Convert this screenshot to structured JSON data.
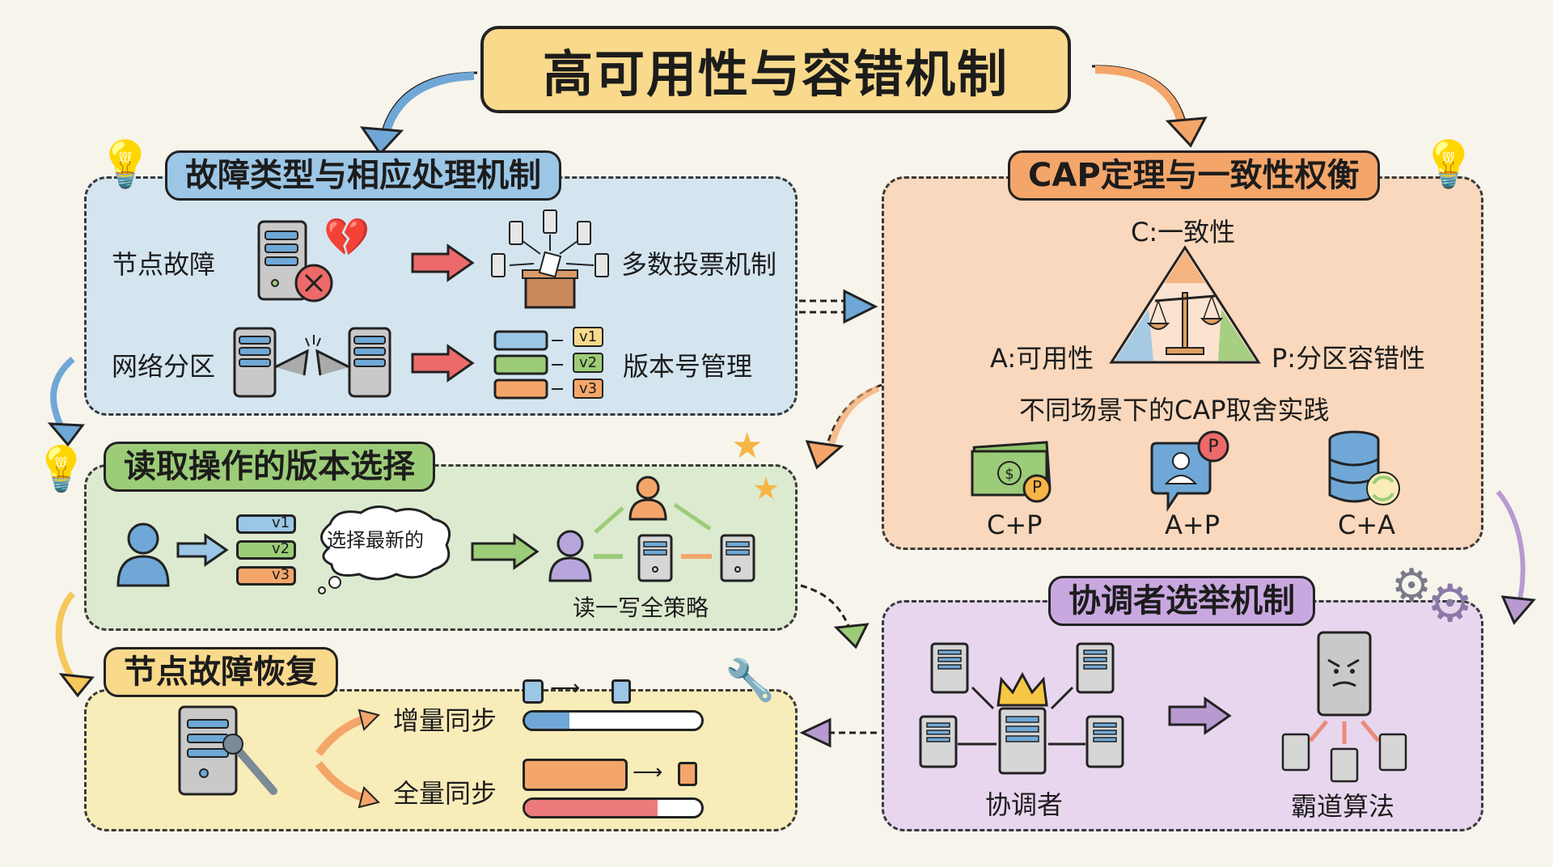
{
  "title": "高可用性与容错机制",
  "sections": {
    "fault_types": {
      "heading": "故障类型与相应处理机制",
      "rows": [
        {
          "fault": "节点故障",
          "mechanism": "多数投票机制"
        },
        {
          "fault": "网络分区",
          "mechanism": "版本号管理"
        }
      ],
      "version_tags": [
        "v1",
        "v2",
        "v3"
      ]
    },
    "cap": {
      "heading": "CAP定理与一致性权衡",
      "c_label": "C:一致性",
      "a_label": "A:可用性",
      "p_label": "P:分区容错性",
      "practice_title": "不同场景下的CAP取舍实践",
      "options": [
        "C+P",
        "A+P",
        "C+A"
      ],
      "badge": "P"
    },
    "read_version": {
      "heading": "读取操作的版本选择",
      "versions": [
        "v1",
        "v2",
        "v3"
      ],
      "thought": "选择最新的",
      "strategy": "读一写全策略"
    },
    "recovery": {
      "heading": "节点故障恢复",
      "incremental": "增量同步",
      "full": "全量同步",
      "incremental_progress": 0.25,
      "full_progress": 0.75
    },
    "election": {
      "heading": "协调者选举机制",
      "coordinator": "协调者",
      "bully": "霸道算法"
    }
  },
  "colors": {
    "blue": "#6fa8d6",
    "orange": "#f4a66a",
    "green": "#9ccc78",
    "yellow": "#f9d98b",
    "purple": "#b89ad0",
    "red": "#ec6a6a"
  }
}
